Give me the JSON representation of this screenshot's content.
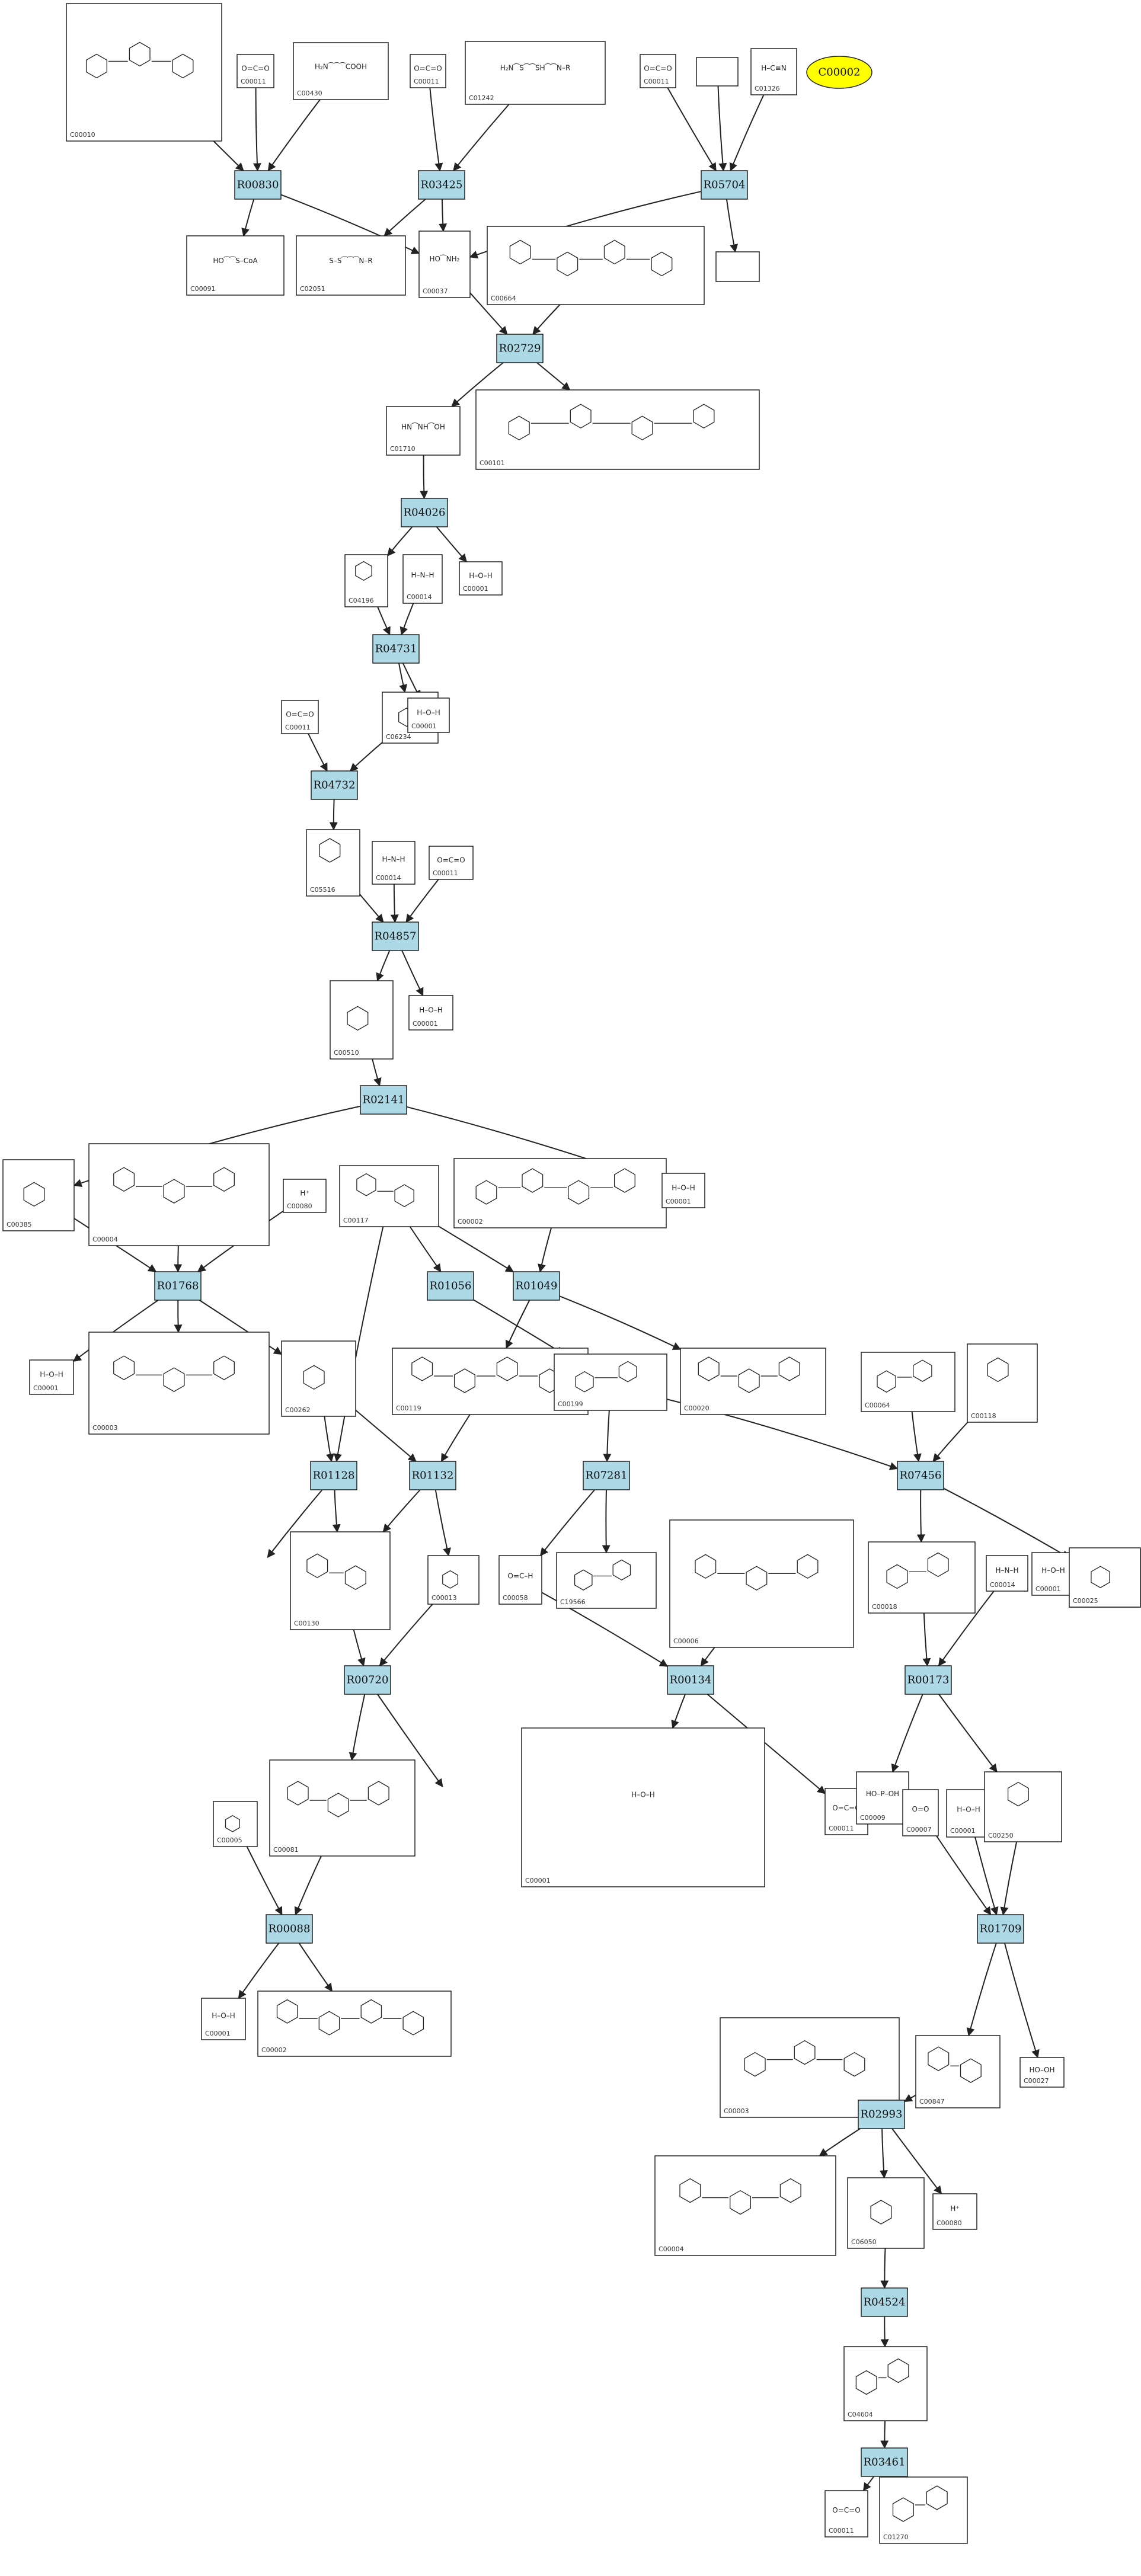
{
  "reactions": [
    {
      "id": "R00830",
      "label": "R00830"
    },
    {
      "id": "R03425",
      "label": "R03425"
    },
    {
      "id": "R05704",
      "label": "R05704"
    },
    {
      "id": "R02729",
      "label": "R02729"
    },
    {
      "id": "R04026",
      "label": "R04026"
    },
    {
      "id": "R04731",
      "label": "R04731"
    },
    {
      "id": "R04732",
      "label": "R04732"
    },
    {
      "id": "R04857",
      "label": "R04857"
    },
    {
      "id": "R02141",
      "label": "R02141"
    },
    {
      "id": "R01768",
      "label": "R01768"
    },
    {
      "id": "R01056",
      "label": "R01056"
    },
    {
      "id": "R01049",
      "label": "R01049"
    },
    {
      "id": "R01128",
      "label": "R01128"
    },
    {
      "id": "R01132",
      "label": "R01132"
    },
    {
      "id": "R07281",
      "label": "R07281"
    },
    {
      "id": "R07456",
      "label": "R07456"
    },
    {
      "id": "R00720",
      "label": "R00720"
    },
    {
      "id": "R00134",
      "label": "R00134"
    },
    {
      "id": "R00173",
      "label": "R00173"
    },
    {
      "id": "R00088",
      "label": "R00088"
    },
    {
      "id": "R01709",
      "label": "R01709"
    },
    {
      "id": "R02993",
      "label": "R02993"
    },
    {
      "id": "R04524",
      "label": "R04524"
    },
    {
      "id": "R03461",
      "label": "R03461"
    }
  ],
  "compounds": [
    {
      "id": "c1",
      "label": "C00010",
      "text": ""
    },
    {
      "id": "c2",
      "label": "C00011",
      "text": "O=C=O"
    },
    {
      "id": "c3",
      "label": "C00430",
      "text": "H₂N⁀⁀⁀COOH"
    },
    {
      "id": "c4",
      "label": "C00011",
      "text": "O=C=O"
    },
    {
      "id": "c5",
      "label": "C01242",
      "text": "H₂N⁀S⁀⁀SH⁀⁀N–R"
    },
    {
      "id": "c6",
      "label": "C00011",
      "text": "O=C=O"
    },
    {
      "id": "c7",
      "label": "",
      "text": ""
    },
    {
      "id": "c8",
      "label": "C01326",
      "text": "H–C≡N"
    },
    {
      "id": "c9",
      "label": "C00091",
      "text": "HO⁀⁀S–CoA"
    },
    {
      "id": "c10",
      "label": "C02051",
      "text": "S–S⁀⁀⁀N–R"
    },
    {
      "id": "c11",
      "label": "C00037",
      "text": "HO⁀NH₂"
    },
    {
      "id": "c12",
      "label": "C00664",
      "text": ""
    },
    {
      "id": "c13",
      "label": "",
      "text": ""
    },
    {
      "id": "c14",
      "label": "C01710",
      "text": "HN⁀NH⁀OH"
    },
    {
      "id": "c15",
      "label": "C00101",
      "text": ""
    },
    {
      "id": "c16",
      "label": "C04196",
      "text": ""
    },
    {
      "id": "c17",
      "label": "C00014",
      "text": "H–N–H"
    },
    {
      "id": "c18",
      "label": "C00001",
      "text": "H–O–H"
    },
    {
      "id": "c19",
      "label": "C06234",
      "text": ""
    },
    {
      "id": "c20",
      "label": "C00001",
      "text": "H–O–H"
    },
    {
      "id": "c21",
      "label": "C00011",
      "text": "O=C=O"
    },
    {
      "id": "c22",
      "label": "C05516",
      "text": ""
    },
    {
      "id": "c23",
      "label": "C00014",
      "text": "H–N–H"
    },
    {
      "id": "c24",
      "label": "C00011",
      "text": "O=C=O"
    },
    {
      "id": "c25",
      "label": "C00510",
      "text": ""
    },
    {
      "id": "c26",
      "label": "C00001",
      "text": "H–O–H"
    },
    {
      "id": "c27",
      "label": "C00385",
      "text": ""
    },
    {
      "id": "c28",
      "label": "C00004",
      "text": ""
    },
    {
      "id": "c29",
      "label": "C00080",
      "text": "H⁺"
    },
    {
      "id": "c30",
      "label": "C00117",
      "text": ""
    },
    {
      "id": "c31",
      "label": "C00002",
      "text": ""
    },
    {
      "id": "c32",
      "label": "C00001",
      "text": "H–O–H"
    },
    {
      "id": "c33",
      "label": "C00001",
      "text": "H–O–H"
    },
    {
      "id": "c34",
      "label": "C00003",
      "text": ""
    },
    {
      "id": "c35",
      "label": "C00262",
      "text": ""
    },
    {
      "id": "c36",
      "label": "C00119",
      "text": ""
    },
    {
      "id": "c37",
      "label": "C00199",
      "text": ""
    },
    {
      "id": "c38",
      "label": "C00020",
      "text": ""
    },
    {
      "id": "c39",
      "label": "C00064",
      "text": ""
    },
    {
      "id": "c40",
      "label": "C00118",
      "text": ""
    },
    {
      "id": "c41",
      "label": "C00001",
      "text": "H–O–H"
    },
    {
      "id": "c42",
      "label": "C00130",
      "text": ""
    },
    {
      "id": "c43",
      "label": "C00013",
      "text": ""
    },
    {
      "id": "c44",
      "label": "C00058",
      "text": "O=C–H"
    },
    {
      "id": "c45",
      "label": "C19566",
      "text": ""
    },
    {
      "id": "c46",
      "label": "C00006",
      "text": ""
    },
    {
      "id": "c47",
      "label": "C00018",
      "text": ""
    },
    {
      "id": "c48",
      "label": "C00001",
      "text": "H–O–H"
    },
    {
      "id": "c49",
      "label": "C00025",
      "text": ""
    },
    {
      "id": "c50",
      "label": "C00014",
      "text": "H–N–H"
    },
    {
      "id": "c51",
      "label": "C00001",
      "text": "H–O–H"
    },
    {
      "id": "c52",
      "label": "C00081",
      "text": ""
    },
    {
      "id": "c53",
      "label": "C00005",
      "text": ""
    },
    {
      "id": "c54",
      "label": "C00011",
      "text": "O=C=O"
    },
    {
      "id": "c55",
      "label": "C00009",
      "text": "HO–P–OH"
    },
    {
      "id": "c56",
      "label": "C00007",
      "text": "O=O"
    },
    {
      "id": "c57",
      "label": "C00001",
      "text": "H–O–H"
    },
    {
      "id": "c58",
      "label": "C00250",
      "text": ""
    },
    {
      "id": "c59",
      "label": "C00001",
      "text": "H–O–H"
    },
    {
      "id": "c60",
      "label": "C00002",
      "text": ""
    },
    {
      "id": "c61",
      "label": "C00003",
      "text": ""
    },
    {
      "id": "c62",
      "label": "C00847",
      "text": ""
    },
    {
      "id": "c63",
      "label": "C00027",
      "text": "HO–OH"
    },
    {
      "id": "c64",
      "label": "C00004",
      "text": ""
    },
    {
      "id": "c65",
      "label": "C06050",
      "text": ""
    },
    {
      "id": "c66",
      "label": "C00080",
      "text": "H⁺"
    },
    {
      "id": "c67",
      "label": "C04604",
      "text": ""
    },
    {
      "id": "c68",
      "label": "C00011",
      "text": "O=C=O"
    },
    {
      "id": "c69",
      "label": "C01270",
      "text": ""
    }
  ],
  "highlight": {
    "label": "C00002",
    "color": "#ffff00"
  },
  "colors": {
    "reaction_fill": "#add8e6",
    "node_stroke": "#222222",
    "highlight": "#ffff00"
  }
}
